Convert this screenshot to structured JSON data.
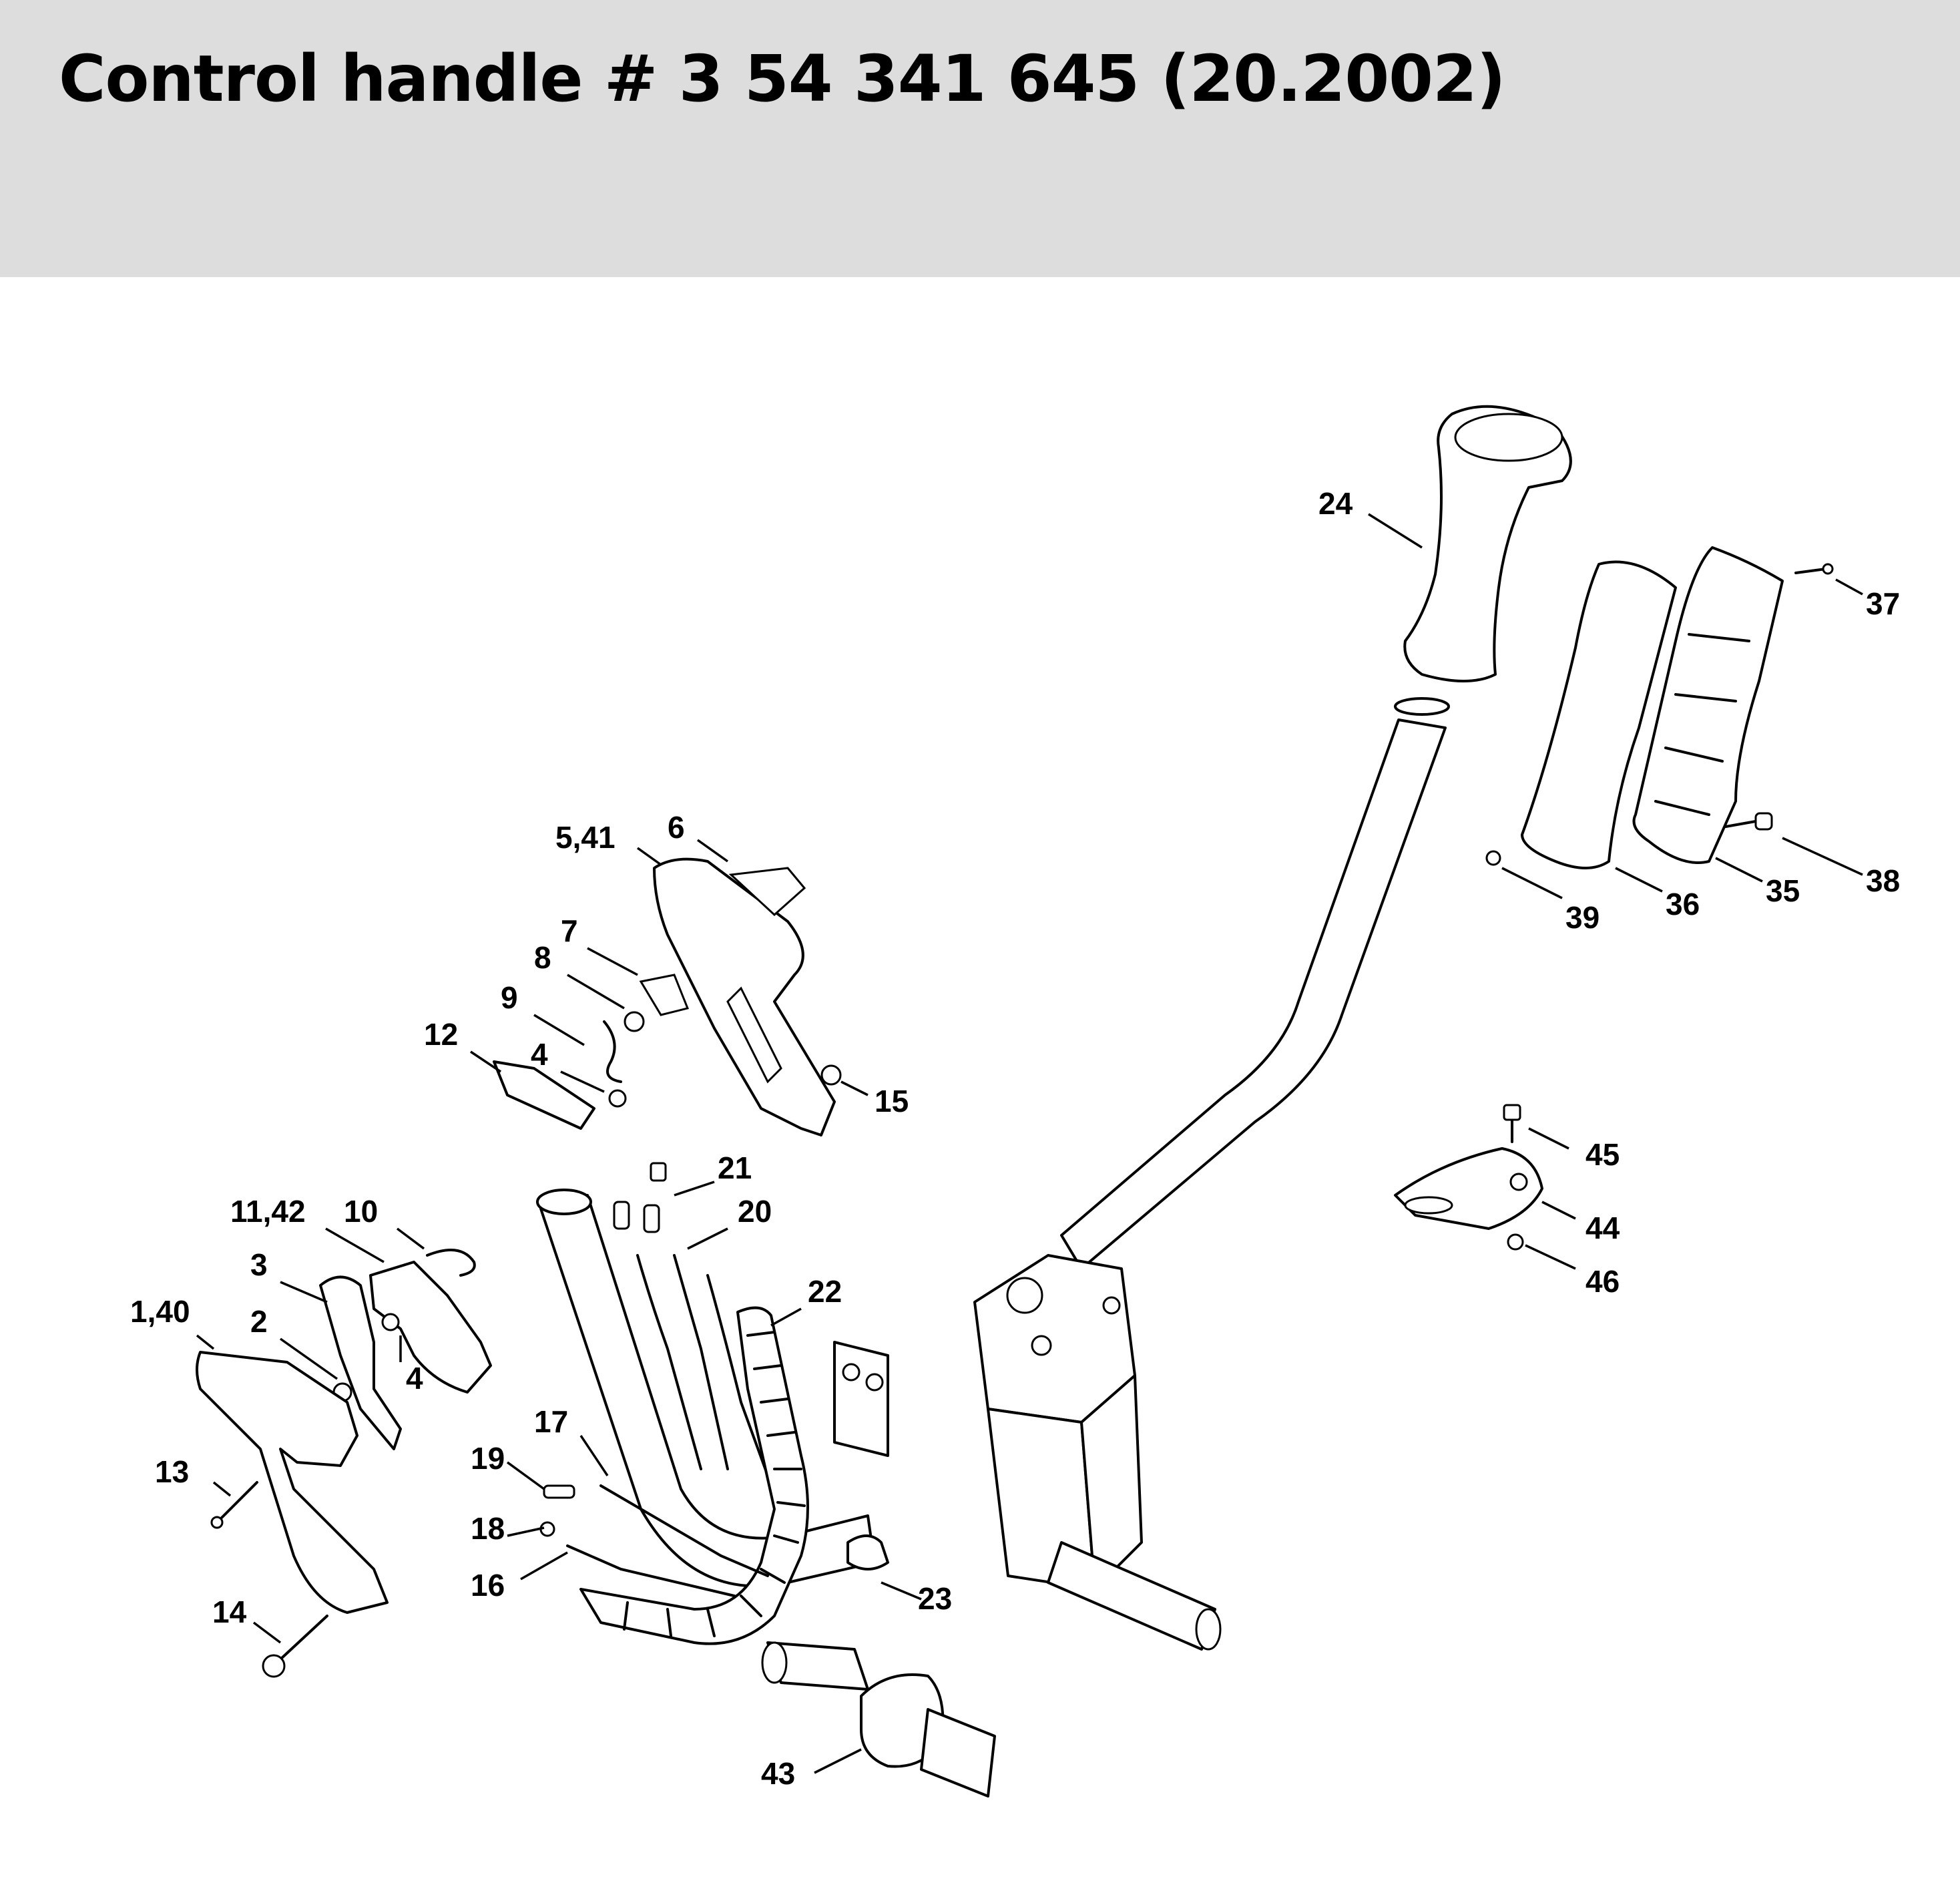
{
  "header": {
    "title": "Control handle # 3 54 341 645 (20.2002)"
  },
  "part_labels": [
    "24",
    "37",
    "38",
    "35",
    "36",
    "39",
    "5,41",
    "6",
    "7",
    "8",
    "9",
    "12",
    "4",
    "15",
    "21",
    "20",
    "22",
    "11,42",
    "10",
    "3",
    "1,40",
    "2",
    "4",
    "45",
    "44",
    "46",
    "13",
    "17",
    "19",
    "18",
    "16",
    "23",
    "14",
    "43"
  ]
}
